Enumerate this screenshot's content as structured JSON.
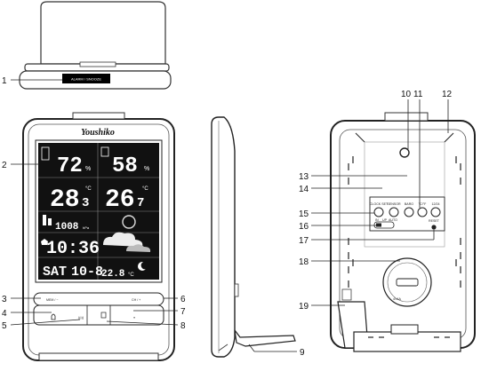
{
  "callouts": [
    "1",
    "2",
    "3",
    "4",
    "5",
    "6",
    "7",
    "8",
    "9",
    "10",
    "11",
    "12",
    "13",
    "14",
    "15",
    "16",
    "17",
    "18",
    "19"
  ],
  "top_view": {
    "button_label": "ALARM / SNOOZE"
  },
  "front": {
    "brand": "Youshiko",
    "outdoor_humidity": "72",
    "indoor_humidity": "58",
    "outdoor_temp_int": "28",
    "outdoor_temp_dec": "3",
    "indoor_temp_int": "26",
    "indoor_temp_dec": "7",
    "pressure": "1008",
    "pressure_unit": "hPa",
    "time": "10:36",
    "weekday": "SAT",
    "date": "10-8",
    "small_temp": "22.8",
    "temp_unit": "°C",
    "humidity_unit": "%",
    "btn_left_top": "MEM / −",
    "btn_right_top": "CH / +",
    "btn_right_bottom_icon": "≡"
  },
  "back": {
    "buttons_row": [
      "CLOCK SET",
      "SENSOR",
      "BARO",
      "°C/°F",
      "12/24"
    ],
    "switch_labels": [
      "IN",
      "UP",
      "AUTO"
    ],
    "reset_label": "RESET",
    "battery_label": "4×AA"
  }
}
